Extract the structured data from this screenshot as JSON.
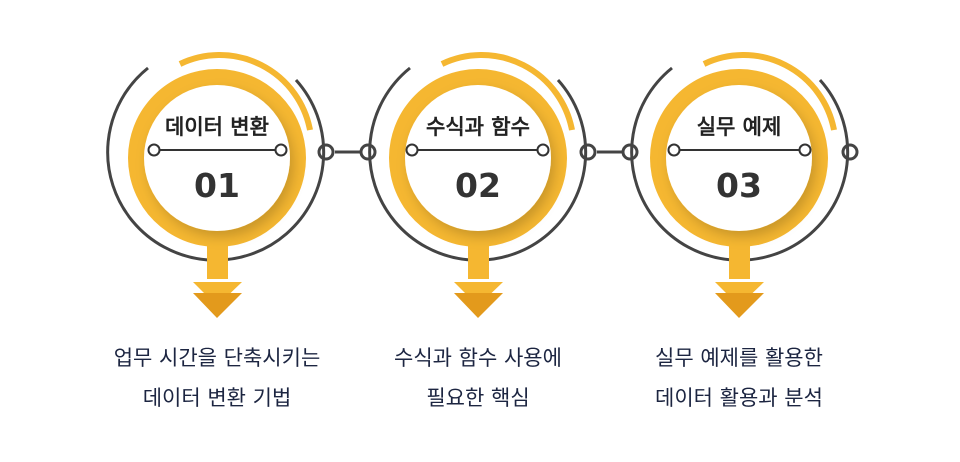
{
  "colors": {
    "accent": "#f5b731",
    "accent_dark": "#e39a1c",
    "ring": "#444444",
    "text": "#222222",
    "desc_text": "#1c2541"
  },
  "steps": [
    {
      "title": "데이터 변환",
      "number": "01",
      "desc": [
        "업무 시간을 단축시키는",
        "데이터 변환 기법"
      ]
    },
    {
      "title": "수식과 함수",
      "number": "02",
      "desc": [
        "수식과 함수 사용에",
        "필요한 핵심"
      ]
    },
    {
      "title": "실무 예제",
      "number": "03",
      "desc": [
        "실무 예제를 활용한",
        "데이터 활용과 분석"
      ]
    }
  ]
}
